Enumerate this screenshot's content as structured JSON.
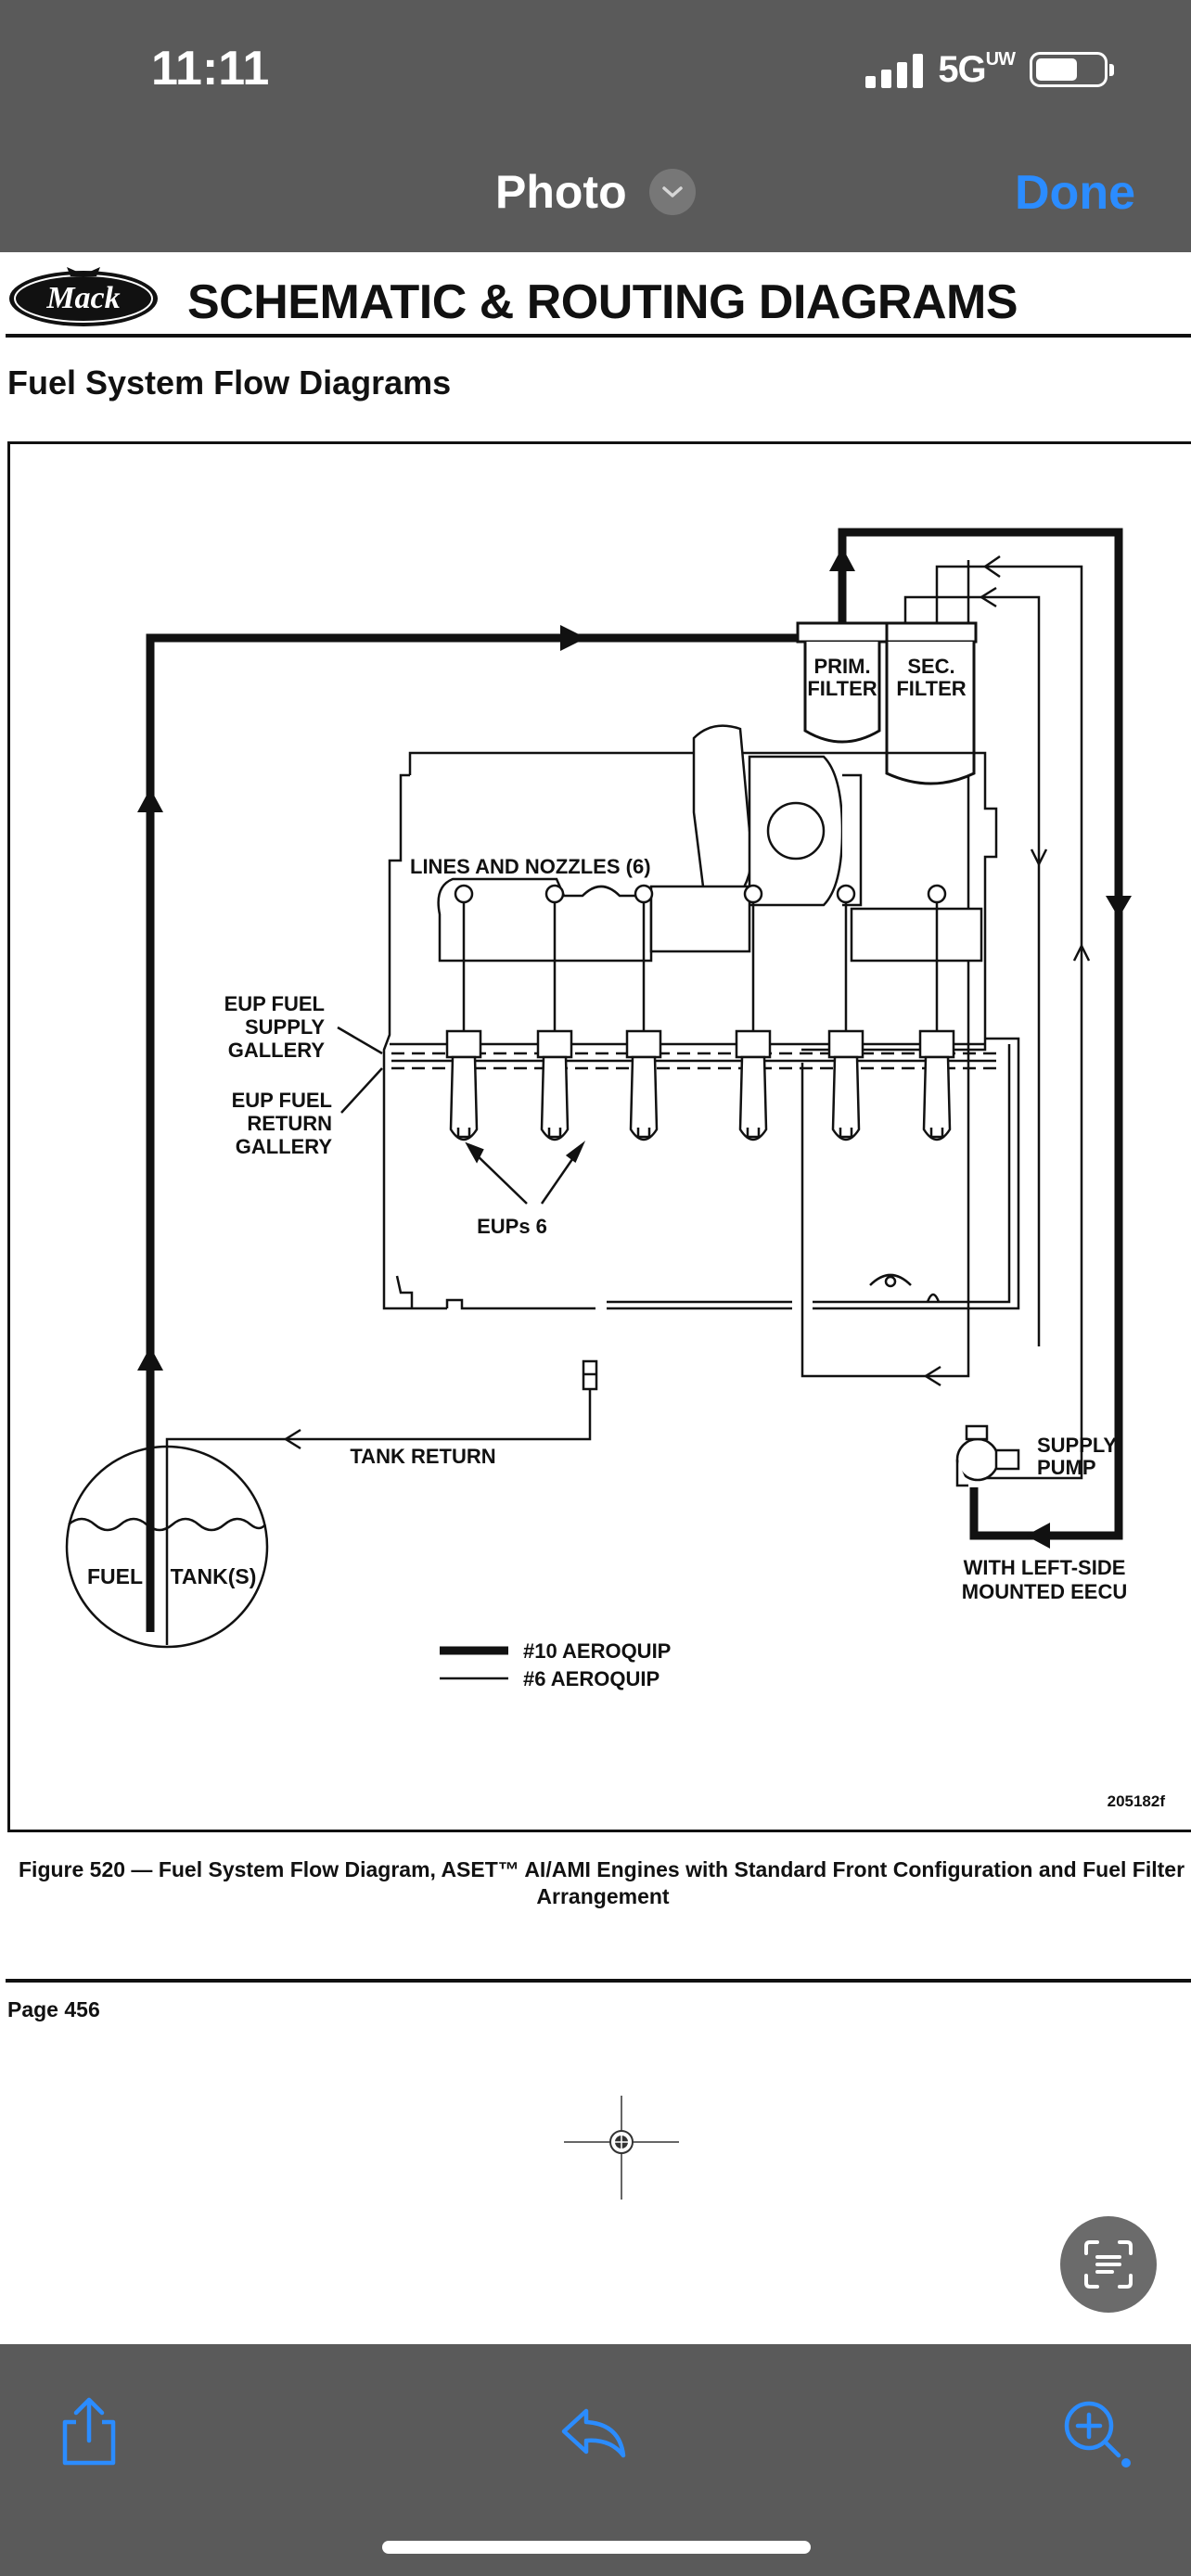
{
  "status_bar": {
    "time": "11:11",
    "network": "5G",
    "network_superscript": "UW"
  },
  "nav": {
    "title": "Photo",
    "done_label": "Done"
  },
  "document": {
    "logo_text": "Mack",
    "header_title": "SCHEMATIC & ROUTING DIAGRAMS",
    "section_title": "Fuel System Flow Diagrams",
    "diagram_labels": {
      "prim_filter_1": "PRIM.",
      "prim_filter_2": "FILTER",
      "sec_filter_1": "SEC.",
      "sec_filter_2": "FILTER",
      "lines_nozzles": "LINES AND NOZZLES (6)",
      "eup_supply_1": "EUP FUEL",
      "eup_supply_2": "SUPPLY",
      "eup_supply_3": "GALLERY",
      "eup_return_1": "EUP FUEL",
      "eup_return_2": "RETURN",
      "eup_return_3": "GALLERY",
      "eups": "EUPs 6",
      "tank_return": "TANK RETURN",
      "fuel": "FUEL",
      "tanks": "TANK(S)",
      "supply_pump_1": "SUPPLY",
      "supply_pump_2": "PUMP",
      "eecu_1": "WITH LEFT-SIDE",
      "eecu_2": "MOUNTED EECU",
      "legend_thick": "#10 AEROQUIP",
      "legend_thin": "#6 AEROQUIP",
      "figure_id": "205182f"
    },
    "caption_line1": "Figure 520 — Fuel System Flow Diagram, ASET™ AI/AMI Engines with Standard Front Configuration and Fuel Filter",
    "caption_line2": "Arrangement",
    "page_number": "Page 456"
  },
  "colors": {
    "chrome": "#5a5a5a",
    "accent": "#2b8cff",
    "ink": "#111111"
  },
  "toolbar": {
    "icons": [
      "share-icon",
      "reply-icon",
      "zoom-in-icon"
    ]
  }
}
